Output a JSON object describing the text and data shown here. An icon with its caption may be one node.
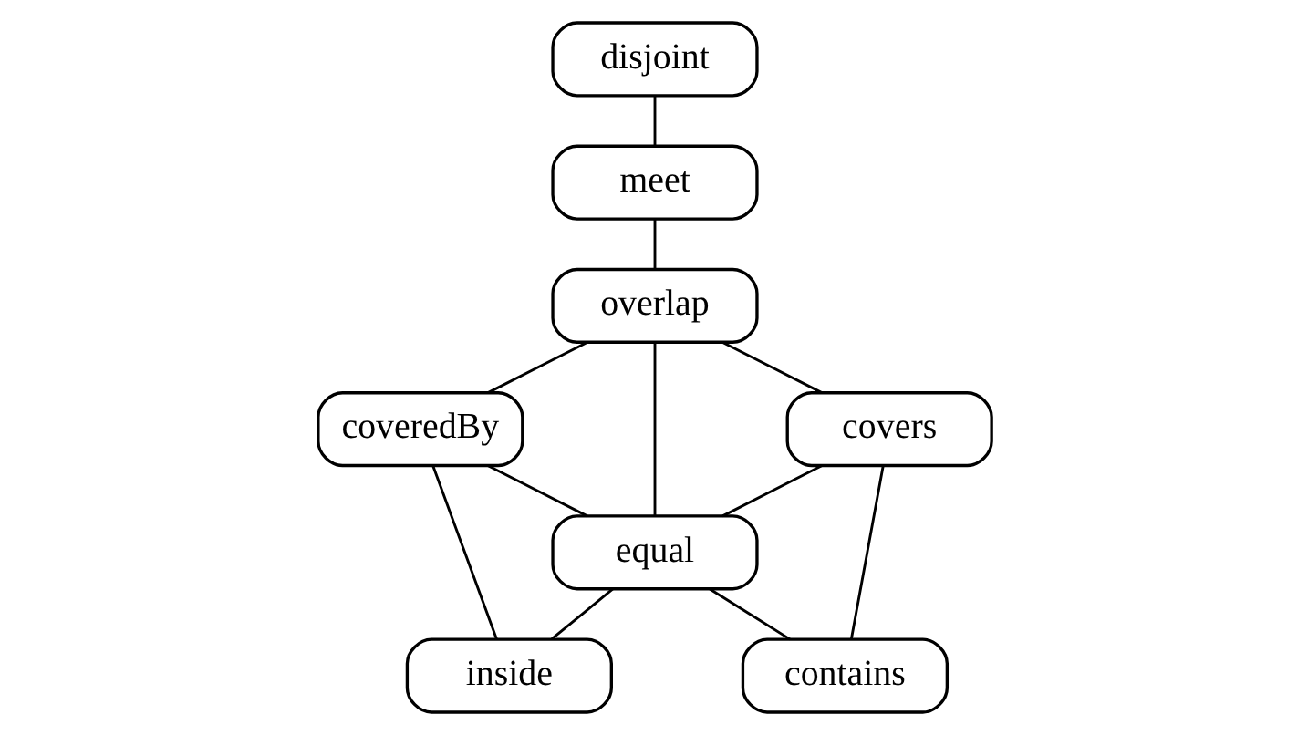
{
  "diagram": {
    "nodes": [
      {
        "text": [
          "disjoint"
        ]
      },
      {
        "text": [
          "meet"
        ]
      },
      {
        "text": [
          "overlap"
        ]
      },
      {
        "text": [
          "coveredBy"
        ]
      },
      {
        "text": [
          "covers"
        ]
      },
      {
        "text": [
          "equal"
        ]
      },
      {
        "text": [
          "inside"
        ]
      },
      {
        "text": [
          "contains"
        ]
      }
    ],
    "edges": [
      {
        "from": 0,
        "to": 1,
        "arrow": "none"
      },
      {
        "from": 1,
        "to": 2,
        "arrow": "none"
      },
      {
        "from": 2,
        "to": 3,
        "arrow": "none"
      },
      {
        "from": 2,
        "to": 4,
        "arrow": "none"
      },
      {
        "from": 2,
        "to": 5,
        "arrow": "none"
      },
      {
        "from": 3,
        "to": 5,
        "arrow": "none"
      },
      {
        "from": 4,
        "to": 5,
        "arrow": "none"
      },
      {
        "from": 3,
        "to": 6,
        "arrow": "none"
      },
      {
        "from": 4,
        "to": 7,
        "arrow": "none"
      },
      {
        "from": 5,
        "to": 6,
        "arrow": "none"
      },
      {
        "from": 5,
        "to": 7,
        "arrow": "none"
      }
    ]
  }
}
